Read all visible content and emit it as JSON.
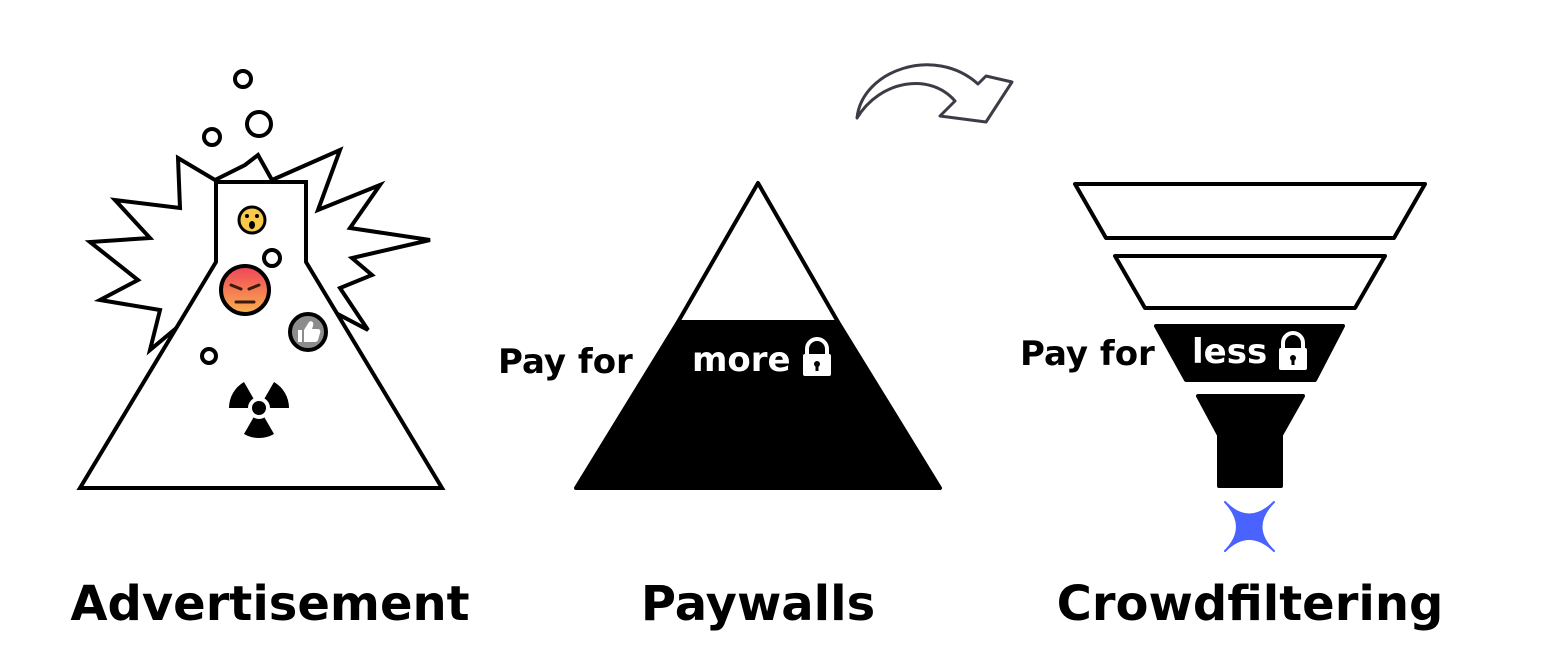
{
  "panels": {
    "advertisement": {
      "title": "Advertisement"
    },
    "paywalls": {
      "title": "Paywalls",
      "prefix": "Pay for",
      "keyword": "more"
    },
    "crowdfiltering": {
      "title": "Crowdfiltering",
      "prefix": "Pay for",
      "keyword": "less"
    }
  },
  "icons": {
    "flask": "flask-icon",
    "explosion": "explosion-icon",
    "radiation": "radiation-icon",
    "lock": "lock-icon",
    "arrow": "curved-arrow-icon",
    "sparkle": "sparkle-icon",
    "emoji_wow": "surprised-emoji-icon",
    "emoji_angry": "angry-emoji-icon",
    "emoji_like": "thumbs-up-icon"
  },
  "colors": {
    "ink": "#000000",
    "sparkle": "#4a63ff",
    "angry_top": "#f0435a",
    "angry_bottom": "#f9b24d",
    "wow": "#f8c94a",
    "like": "#8c8c8c",
    "arrow": "#3c3c46"
  }
}
